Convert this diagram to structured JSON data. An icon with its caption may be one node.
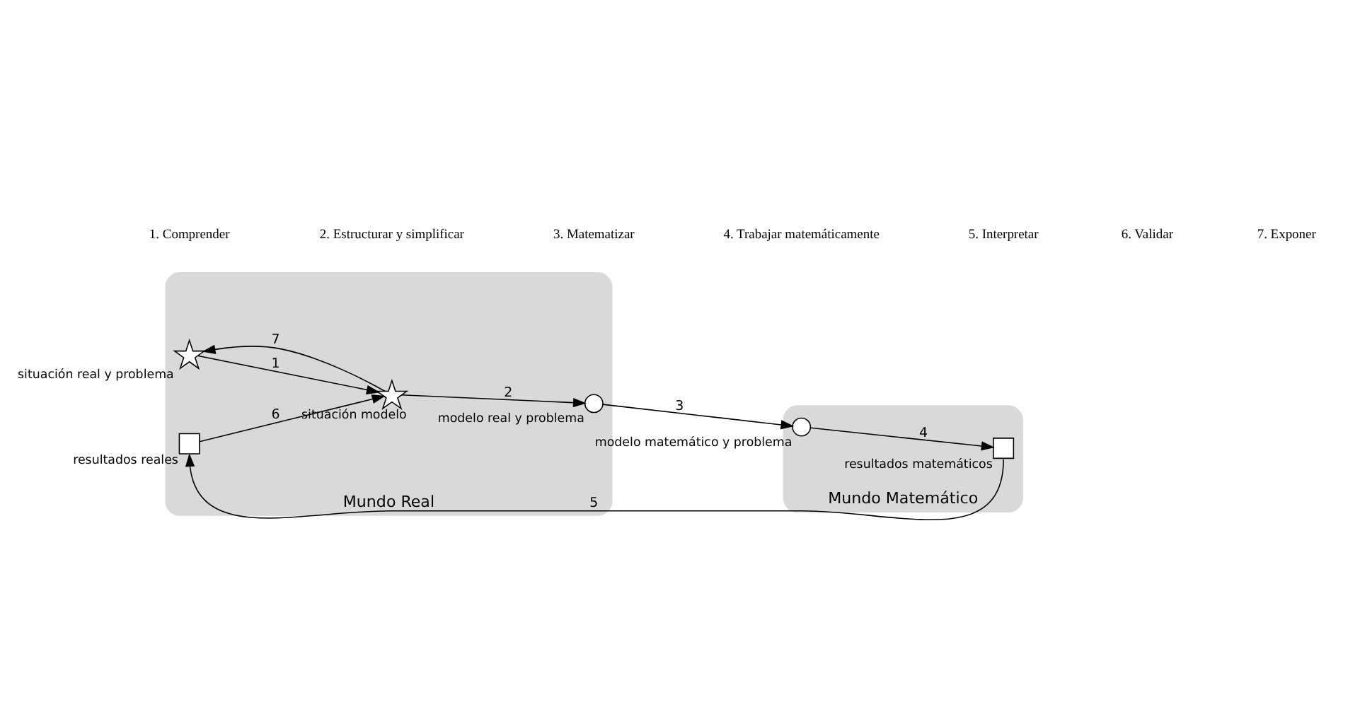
{
  "diagram": {
    "nodes": [
      {
        "text": [
          "Mundo Real"
        ]
      },
      {
        "text": [
          "Mundo Matemático"
        ]
      },
      {
        "text": [],
        "shape": "star",
        "in": 0,
        "beside": [
          "situación real y problema"
        ]
      },
      {
        "text": [],
        "shape": "star",
        "in": 0,
        "beside": [
          "situación modelo"
        ]
      },
      {
        "text": [],
        "shape": "circle",
        "in": 0,
        "beside": [
          "modelo real y problema"
        ]
      },
      {
        "text": [],
        "shape": "box",
        "in": 0,
        "beside": [
          "resultados reales"
        ]
      },
      {
        "text": [],
        "shape": "circle",
        "in": 1,
        "beside": [
          "modelo matemático y problema"
        ]
      },
      {
        "text": [],
        "shape": "box",
        "in": 1,
        "beside": [
          "resultados matemáticos"
        ]
      }
    ],
    "edges": [
      {
        "from": 2,
        "to": 3,
        "arrow": "to",
        "label": "1"
      },
      {
        "from": 3,
        "to": 2,
        "arrow": "to",
        "label": "7"
      },
      {
        "from": 3,
        "to": 4,
        "arrow": "to",
        "label": "2"
      },
      {
        "from": 4,
        "to": 6,
        "arrow": "to",
        "label": "3"
      },
      {
        "from": 6,
        "to": 7,
        "arrow": "to",
        "label": "4"
      },
      {
        "from": 7,
        "to": 5,
        "arrow": "to",
        "label": "5"
      },
      {
        "from": 5,
        "to": 3,
        "arrow": "to",
        "label": "6"
      }
    ],
    "labels": [
      "1. Comprender",
      "2. Estructurar y simplificar",
      "3. Matematizar",
      "4. Trabajar matemáticamente",
      "5. Interpretar",
      "6. Validar",
      "7. Exponer"
    ]
  }
}
